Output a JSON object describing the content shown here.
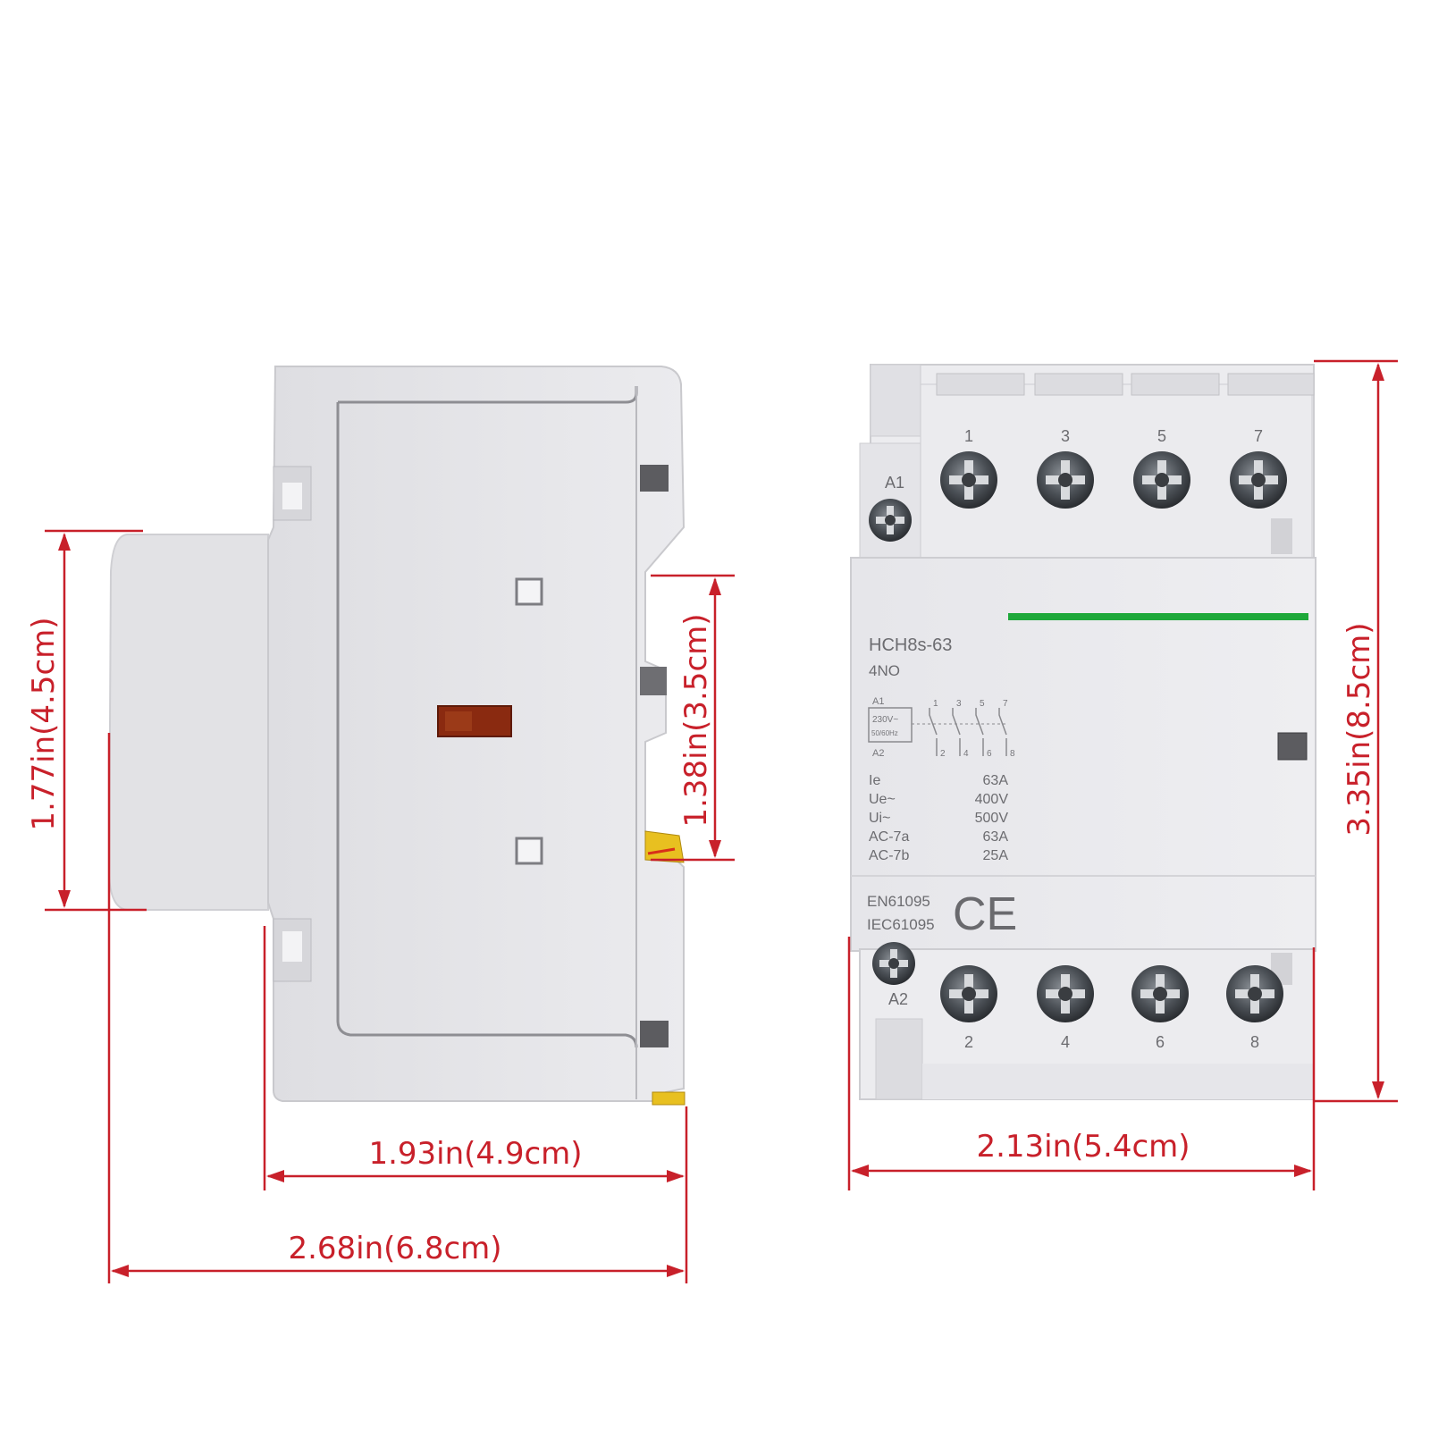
{
  "colors": {
    "dimension_red": "#c8202a",
    "housing_gray": "#e7e7ea",
    "status_green": "#1ea83a",
    "indicator_orange": "#8a2a10"
  },
  "dimensions": {
    "left_height": "1.77in(4.5cm)",
    "rail_height": "1.38in(3.5cm)",
    "body_depth": "1.93in(4.9cm)",
    "total_depth": "2.68in(6.8cm)",
    "total_height": "3.35in(8.5cm)",
    "front_width": "2.13in(5.4cm)"
  },
  "front": {
    "top_terminals": [
      "1",
      "3",
      "5",
      "7"
    ],
    "bottom_terminals": [
      "2",
      "4",
      "6",
      "8"
    ],
    "coil_top": "A1",
    "coil_bottom": "A2",
    "model": "HCH8s-63",
    "config": "4NO",
    "schematic": {
      "a1": "A1",
      "a2": "A2",
      "voltage": "230V~",
      "frequency": "50/60Hz",
      "top_contacts": [
        "1",
        "3",
        "5",
        "7"
      ],
      "bottom_contacts": [
        "2",
        "4",
        "6",
        "8"
      ]
    },
    "specs": [
      {
        "label": "Ie",
        "value": "63A"
      },
      {
        "label": "Ue~",
        "value": "400V"
      },
      {
        "label": "Ui~",
        "value": "500V"
      },
      {
        "label": "AC-7a",
        "value": "63A"
      },
      {
        "label": "AC-7b",
        "value": "25A"
      }
    ],
    "standard_1": "EN61095",
    "standard_2": "IEC61095",
    "mark": "CE"
  }
}
